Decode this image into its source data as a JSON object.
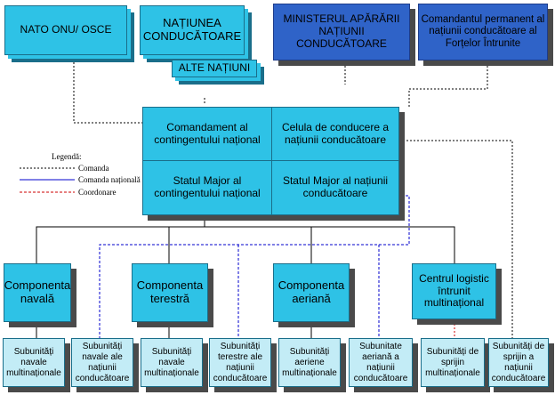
{
  "top": {
    "nato": "NATO ONU/ OSCE",
    "natiunea": "NAȚIUNEA CONDUCĂTOARE",
    "alte": "ALTE NAȚIUNI",
    "ministerul": "MINISTERUL APĂRĂRII NAȚIUNII CONDUCĂTOARE",
    "comandantul": "Comandantul permanent al națiunii conducătoare al Forțelor Întrunite"
  },
  "center": {
    "comandament": "Comandament al contingentului național",
    "celula": "Celula de conducere a națiunii conducătoare",
    "statul_national": "Statul Major al contingentului național",
    "statul_natiunii": "Statul Major al națiunii conducătoare"
  },
  "legend": {
    "title": "Legendă:",
    "items": [
      {
        "label": "Comanda",
        "color": "#000000"
      },
      {
        "label": "Comanda națională",
        "color": "#0000cc"
      },
      {
        "label": "Coordonare",
        "color": "#cc0000"
      }
    ]
  },
  "components": {
    "navala": "Componenta navală",
    "terestra": "Componenta terestră",
    "aeriana": "Componenta aeriană",
    "logistic": "Centrul logistic întrunit multinațional"
  },
  "subunits": [
    "Subunități navale multinaționale",
    "Subunități navale ale națiunii conducătoare",
    "Subunități navale multinaționale",
    "Subunități terestre ale națiunii conducătoare",
    "Subunități aeriene multinaționale",
    "Subunitate aeriană a națiunii conducătoare",
    "Subunități de sprijin multinaționale",
    "Subunități de sprijin a națiunii conducătoare"
  ],
  "colors": {
    "teal": "#2ec2e6",
    "dark_blue": "#2f63c8",
    "light_cyan": "#c3ecf6",
    "command_line": "#000000",
    "national_line": "#0000cc",
    "coordination_line": "#cc0000"
  }
}
